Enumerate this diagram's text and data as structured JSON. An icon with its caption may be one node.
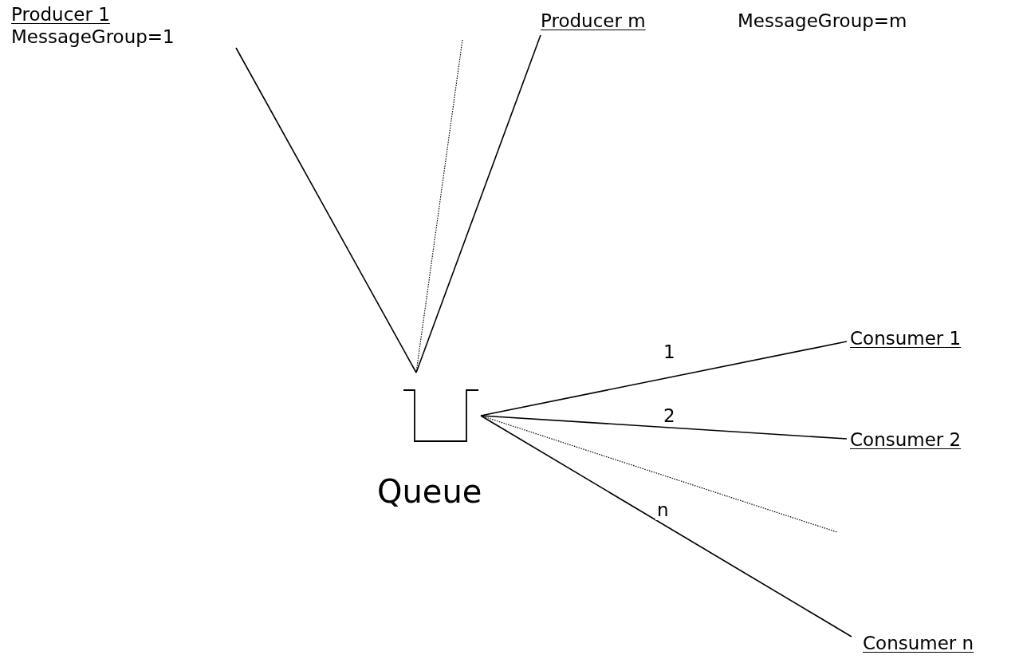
{
  "diagram": {
    "nodes": [
      {
        "text": [
          "Producer 1",
          "MessageGroup=1"
        ]
      },
      {
        "text": [
          "Producer m"
        ]
      },
      {
        "text": [
          "Queue"
        ]
      },
      {
        "text": [
          "Consumer 1"
        ]
      },
      {
        "text": [
          "Consumer 2"
        ]
      },
      {
        "text": [
          "Consumer n"
        ]
      }
    ],
    "edges": [
      {
        "from": 0,
        "to": 2,
        "arrow": "none"
      },
      {
        "from": null,
        "to": 2,
        "arrow": "none",
        "style": "dashed"
      },
      {
        "from": 1,
        "to": 2,
        "arrow": "none"
      },
      {
        "from": 2,
        "to": 3,
        "arrow": "none",
        "label": "1"
      },
      {
        "from": 2,
        "to": 4,
        "arrow": "none",
        "label": "2"
      },
      {
        "from": 2,
        "to": null,
        "arrow": "none",
        "style": "dashed"
      },
      {
        "from": 2,
        "to": 5,
        "arrow": "none",
        "label": "n"
      }
    ],
    "labels": [
      "MessageGroup=m"
    ]
  }
}
